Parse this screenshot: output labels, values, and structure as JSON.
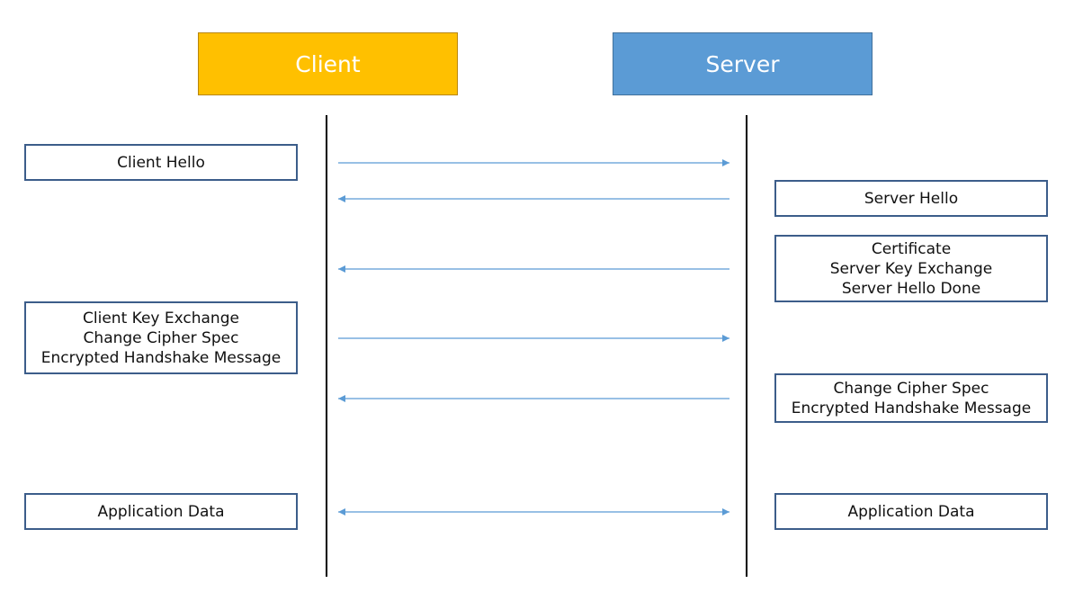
{
  "actors": {
    "client": {
      "label": "Client",
      "color": "#ffc000"
    },
    "server": {
      "label": "Server",
      "color": "#5b9bd5"
    }
  },
  "client_messages": [
    {
      "lines": [
        "Client Hello"
      ]
    },
    {
      "lines": [
        "Client Key Exchange",
        "Change Cipher Spec",
        "Encrypted Handshake Message"
      ]
    },
    {
      "lines": [
        "Application Data"
      ]
    }
  ],
  "server_messages": [
    {
      "lines": [
        "Server Hello"
      ]
    },
    {
      "lines": [
        "Certificate",
        "Server Key Exchange",
        "Server Hello Done"
      ]
    },
    {
      "lines": [
        "Change Cipher Spec",
        "Encrypted Handshake Message"
      ]
    },
    {
      "lines": [
        "Application Data"
      ]
    }
  ],
  "arrow_directions": [
    "client-to-server",
    "server-to-client",
    "server-to-client",
    "client-to-server",
    "server-to-client",
    "bidirectional"
  ],
  "arrow_color": "#5b9bd5",
  "box_border_color": "#3c5d8a"
}
